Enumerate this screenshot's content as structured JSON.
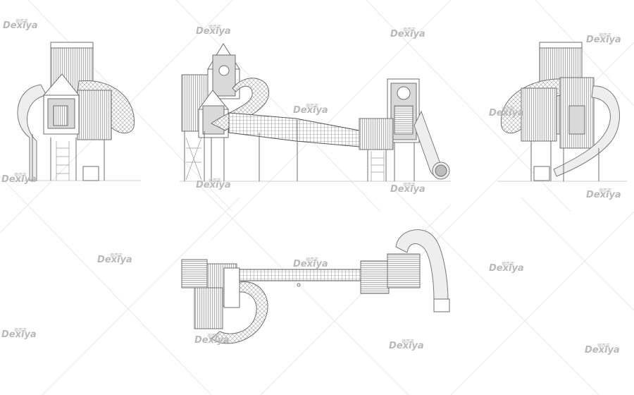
{
  "watermark": {
    "brand": "Dexiya",
    "chinese": "德西亚"
  },
  "views": [
    "front-elevation",
    "side-elevation",
    "rear-elevation",
    "plan-view"
  ]
}
